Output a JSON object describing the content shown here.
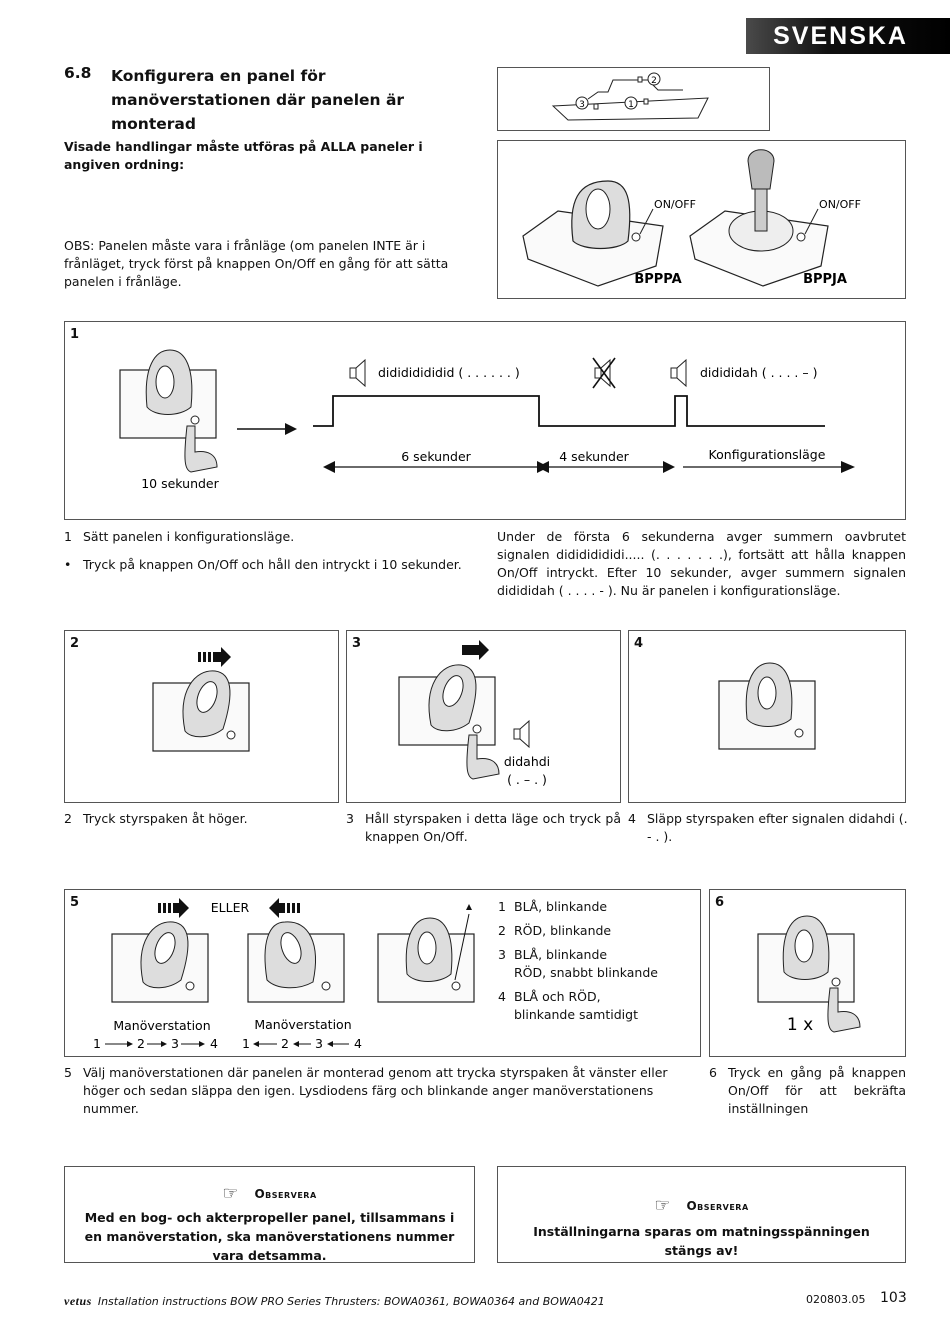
{
  "header": {
    "language_tab": "SVENSKA"
  },
  "section": {
    "number": "6.8",
    "title": "Konfigurera en panel för manöverstationen där panelen är monterad",
    "intro_bold": "Visade handlingar måste utföras på ALLA paneler i angiven ordning:",
    "obs_text": "OBS: Panelen måste vara i frånläge (om panelen INTE är i frånläget, tryck först på knappen On/Off en gång för att sätta panelen i frånläge."
  },
  "boat_figure": {
    "labels": [
      "1",
      "2",
      "3"
    ]
  },
  "panels_figure": {
    "onoff_left": "ON/OFF",
    "onoff_right": "ON/OFF",
    "left_name": "BPPPA",
    "right_name": "BPPJA"
  },
  "step1": {
    "num": "1",
    "beep_long": "didididididid ( . . . . . . )",
    "beep_short": "didididah ( . . . . – )",
    "dur_6": "6 sekunder",
    "dur_4": "4 sekunder",
    "config_mode": "Konfigurationsläge",
    "hold_time": "10 sekunder",
    "caption_num": "1",
    "caption": "Sätt panelen i konfigurationsläge.",
    "bullet": "Tryck på knappen On/Off och håll den intryckt i 10 sekunder.",
    "right_text": "Under de första 6 sekunderna avger summern oavbrutet signalen didididididi..... (. . . . . . .), fortsätt att hålla knappen On/Off intryckt. Efter 10 sekunder, avger summern signalen didididah ( . . . . - ). Nu är panelen i konfigurationsläge."
  },
  "step2": {
    "num": "2",
    "caption_num": "2",
    "caption": "Tryck styrspaken åt höger."
  },
  "step3": {
    "num": "3",
    "signal": "didahdi",
    "signal_code": "( . – . )",
    "caption_num": "3",
    "caption": "Håll styrspaken i detta läge och tryck på knappen On/Off."
  },
  "step4": {
    "num": "4",
    "caption_num": "4",
    "caption": "Släpp styrspaken efter signalen didahdi (. - . )."
  },
  "step5": {
    "num": "5",
    "or_label": "ELLER",
    "station_label_a": "Manöverstation",
    "station_label_b": "Manöverstation",
    "seq_a": [
      "1",
      "2",
      "3",
      "4"
    ],
    "seq_b": [
      "1",
      "2",
      "3",
      "4"
    ],
    "led_list": [
      {
        "n": "1",
        "text": "BLÅ, blinkande"
      },
      {
        "n": "2",
        "text": "RÖD, blinkande"
      },
      {
        "n": "3",
        "text": "BLÅ, blinkande",
        "text2": "RÖD, snabbt blinkande"
      },
      {
        "n": "4",
        "text": "BLÅ och RÖD,",
        "text2": "blinkande samtidigt"
      }
    ],
    "caption_num": "5",
    "caption": "Välj manöverstationen där panelen är monterad genom att trycka styrspaken åt vänster eller höger och sedan släppa den igen. Lysdiodens färg och blinkande anger manöverstationens nummer."
  },
  "step6": {
    "num": "6",
    "times": "1 x",
    "caption_num": "6",
    "caption": "Tryck en gång på knappen On/Off för att bekräfta inställningen"
  },
  "notes": [
    {
      "title": "Observera",
      "text": "Med en bog- och akterpropeller panel, tillsammans i en manöverstation, ska manöverstationens nummer vara detsamma."
    },
    {
      "title": "Observera",
      "text": "Inställningarna sparas om matningsspänningen stängs av!"
    }
  ],
  "footer": {
    "brand": "vetus",
    "text": "Installation instructions BOW PRO Series Thrusters: BOWA0361, BOWA0364 and BOWA0421",
    "doc_code": "020803.05",
    "page": "103"
  }
}
